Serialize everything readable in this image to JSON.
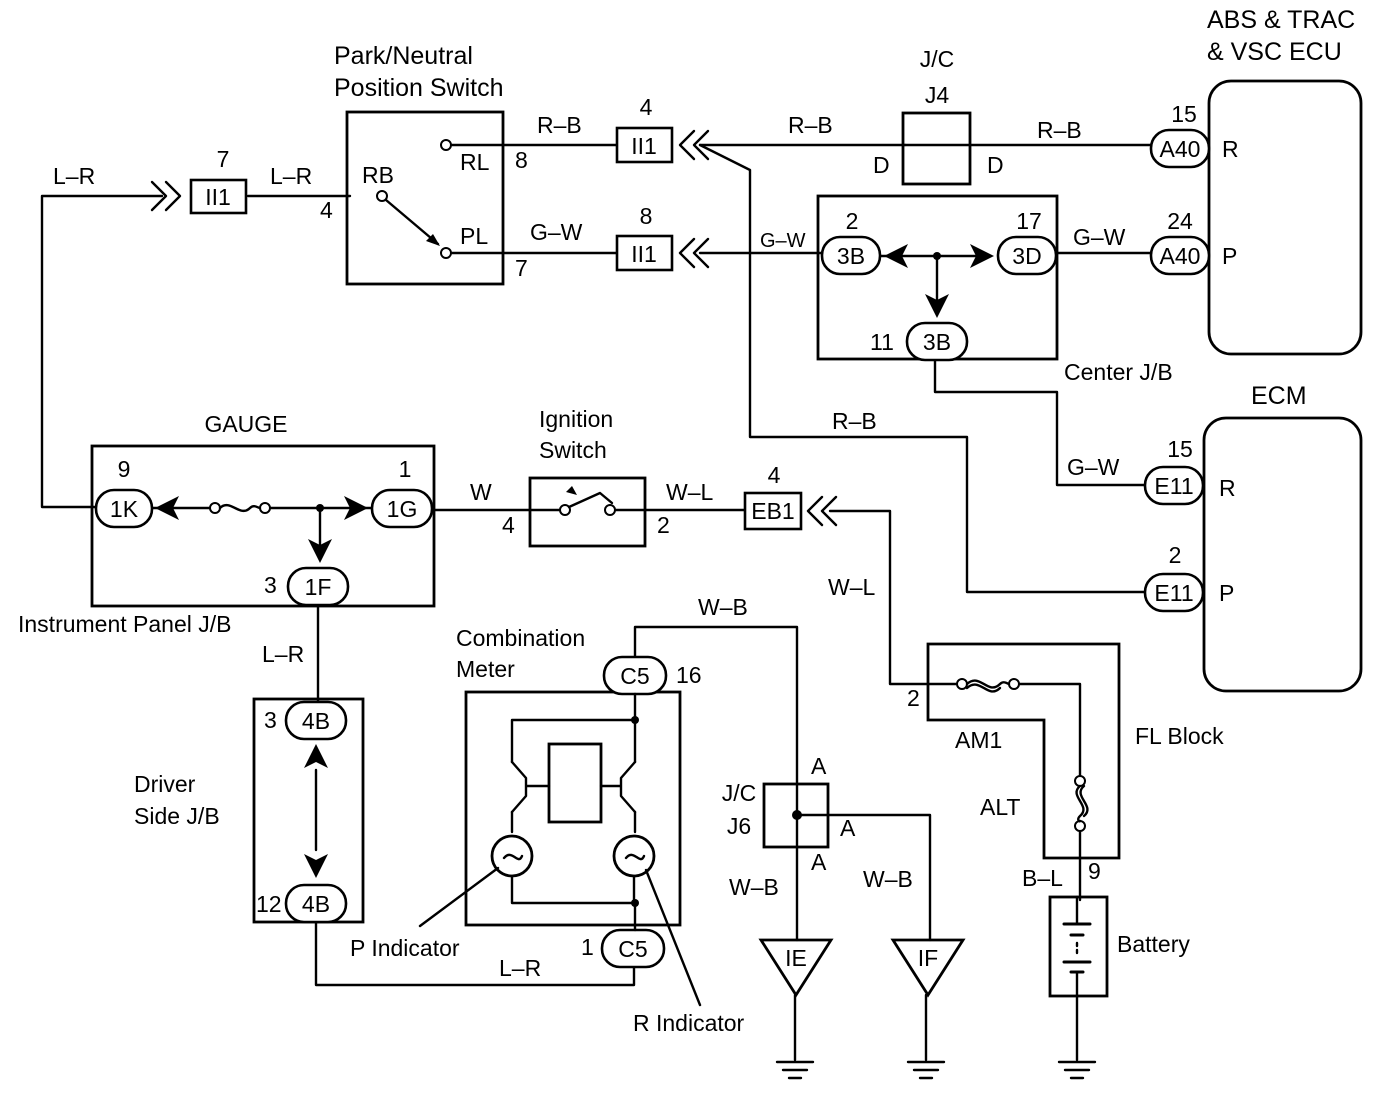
{
  "components": {
    "abs_ecu": "ABS & TRAC\n& VSC ECU",
    "ecm": "ECM",
    "pnp_switch": "Park/Neutral\nPosition Switch",
    "jc_j4_top": "J/C",
    "jc_j4": "J4",
    "center_jb": "Center J/B",
    "gauge": "GAUGE",
    "ignition_switch": "Ignition\nSwitch",
    "instrument_panel_jb": "Instrument Panel J/B",
    "combination_meter": "Combination\nMeter",
    "driver_side_jb": "Driver\nSide J/B",
    "jc_j6_top": "J/C",
    "jc_j6": "J6",
    "fl_block": "FL Block",
    "am1": "AM1",
    "alt": "ALT",
    "battery": "Battery",
    "p_indicator": "P Indicator",
    "r_indicator": "R Indicator"
  },
  "connectors": {
    "ii1_a": "II1",
    "ii1_b": "II1",
    "ii1_c": "II1",
    "a40_r": "A40",
    "a40_p": "A40",
    "c3b_a": "3B",
    "c3d": "3D",
    "c3b_b": "3B",
    "e11_r": "E11",
    "e11_p": "E11",
    "eb1": "EB1",
    "c1k": "1K",
    "c1g": "1G",
    "c1f": "1F",
    "c4b_a": "4B",
    "c4b_b": "4B",
    "c5_a": "C5",
    "c5_b": "C5",
    "ie": "IE",
    "if": "IF"
  },
  "pins": {
    "ii1_a": "7",
    "ii1_b": "4",
    "ii1_c": "8",
    "pnp_rb": "4",
    "pnp_rl": "8",
    "pnp_pl": "7",
    "a40_r": "15",
    "a40_p": "24",
    "c3b_a": "2",
    "c3d": "17",
    "c3b_b": "11",
    "e11_r": "15",
    "e11_p": "2",
    "eb1": "4",
    "c1k": "9",
    "c1g": "1",
    "c1f": "3",
    "ign_in": "4",
    "ign_out": "2",
    "c4b_a": "3",
    "c4b_b": "12",
    "c5_a": "16",
    "c5_b": "1",
    "am1": "2",
    "alt": "9"
  },
  "terminals": {
    "rb": "RB",
    "rl": "RL",
    "pl": "PL",
    "j4_left": "D",
    "j4_right": "D",
    "abs_r": "R",
    "abs_p": "P",
    "ecm_r": "R",
    "ecm_p": "P",
    "j6_a1": "A",
    "j6_a2": "A",
    "j6_a3": "A"
  },
  "wires": {
    "lr_1": "L–R",
    "lr_2": "L–R",
    "lr_3": "L–R",
    "lr_4": "L–R",
    "rb_1": "R–B",
    "rb_2": "R–B",
    "rb_3": "R–B",
    "rb_4": "R–B",
    "gw_1": "G–W",
    "gw_2": "G–W",
    "gw_3": "G–W",
    "gw_4": "G–W",
    "w": "W",
    "wl_1": "W–L",
    "wl_2": "W–L",
    "wb_1": "W–B",
    "wb_2": "W–B",
    "wb_3": "W–B",
    "bl": "B–L"
  }
}
